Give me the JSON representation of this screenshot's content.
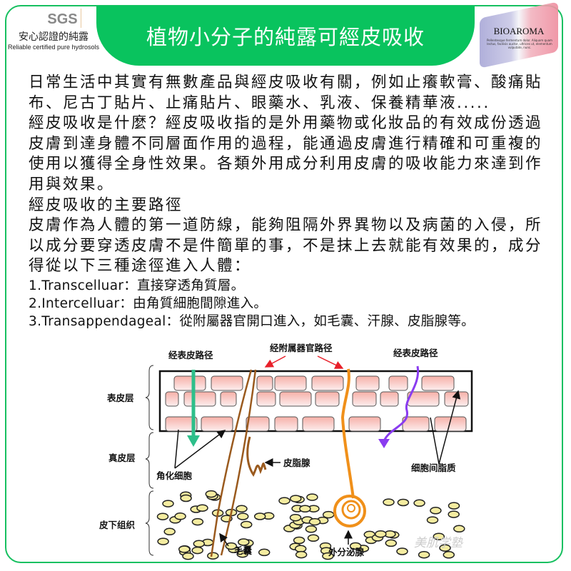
{
  "header": {
    "title": "植物小分子的純露可經皮吸收",
    "sgs_logo": {
      "mark": "SGS",
      "zh": "安心認證的純露",
      "en": "Reliable certified pure hydrosols"
    },
    "brand_logo": {
      "name": "BIOAROMA",
      "tagline": "Pellentesque fermentum dolor. Aliquam quam lectus, facilisis auctor, ultrices ut, elementum vulputate, nunc."
    }
  },
  "body": {
    "lines": [
      "日常生活中其實有無數產品與經皮吸收有關，例如止癢軟膏、酸痛貼",
      "布、尼古丁貼片、止痛貼片、眼藥水、乳液、保養精華液.....",
      "經皮吸收是什麼？經皮吸收指的是外用藥物或化妝品的有效成份透過",
      "皮膚到達身體不同層面作用的過程，能通過皮膚進行精確和可重複的",
      "使用以獲得全身性效果。各類外用成分利用皮膚的吸收能力來達到作",
      "用與效果。",
      "經皮吸收的主要路徑",
      "皮膚作為人體的第一道防線，能夠阻隔外界異物以及病菌的入侵，所",
      "以成分要穿透皮膚不是件簡單的事，不是抹上去就能有效果的，成分",
      "得從以下三種途徑進入人體："
    ],
    "routes": [
      "1.Transcelluar：直接穿透角質層。",
      "2.Intercelluar：由角質細胞間隙進入。",
      "3.Transappendageal：從附屬器官開口進入，如毛囊、汗腺、皮脂腺等。"
    ]
  },
  "diagram": {
    "labels": {
      "transepidermal_left": "经表皮路径",
      "appendage": "经附属器官路径",
      "transepidermal_right": "经表皮路径",
      "epidermis": "表皮层",
      "dermis": "真皮层",
      "subcutis": "皮下组织",
      "keratinocyte": "角化细胞",
      "sebaceous": "皮脂腺",
      "intercellular_lipid": "细胞间脂质",
      "follicle": "毛囊",
      "eccrine": "外分泌腺"
    },
    "watermark": "美肌学塾",
    "colors": {
      "green_arrow": "#2dbf8a",
      "purple_arrow": "#8a3cf0",
      "gland": "#f0901a",
      "hair": "#9a5a1e",
      "red_arrow": "#e8202a",
      "fat": "#f4eca0"
    }
  }
}
